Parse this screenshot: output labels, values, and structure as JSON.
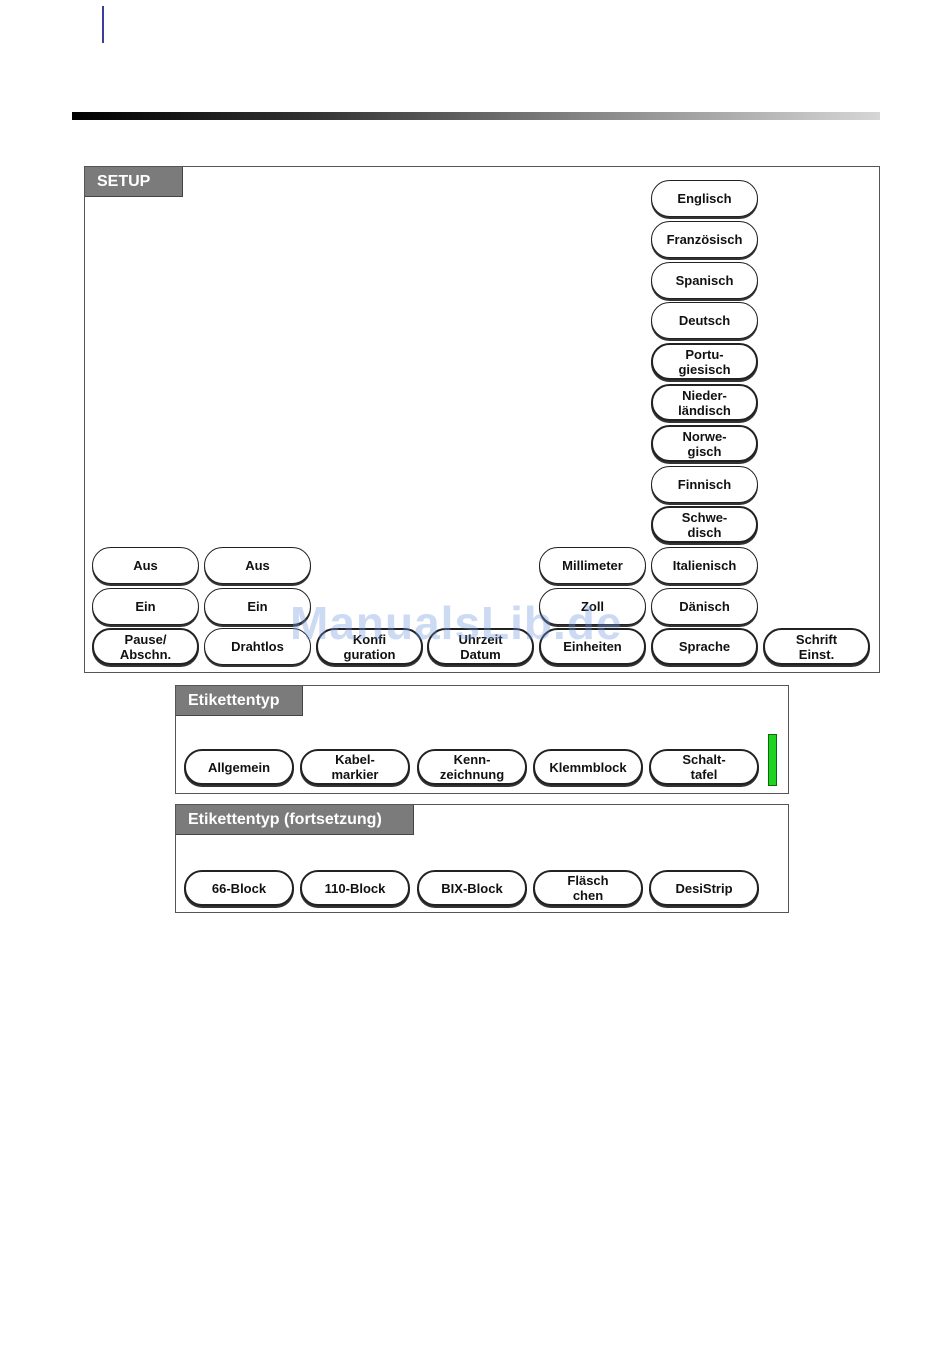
{
  "setup": {
    "title": "SETUP",
    "language_options": [
      "Englisch",
      "Französisch",
      "Spanisch",
      "Deutsch",
      "Portu-\ngiesisch",
      "Nieder-\nländisch",
      "Norwe-\ngisch",
      "Finnisch",
      "Schwe-\ndisch",
      "Italienisch",
      "Dänisch"
    ],
    "pause_options": [
      "Aus",
      "Ein"
    ],
    "wireless_options": [
      "Aus",
      "Ein"
    ],
    "unit_options": [
      "Millimeter",
      "Zoll"
    ],
    "bottom_menu": [
      "Pause/\nAbschn.",
      "Drahtlos",
      "Konfi\nguration",
      "Uhrzeit\nDatum",
      "Einheiten",
      "Sprache",
      "Schrift\nEinst."
    ]
  },
  "label_type": {
    "title": "Etikettentyp",
    "items": [
      "Allgemein",
      "Kabel-\nmarkier",
      "Kenn-\nzeichnung",
      "Klemmblock",
      "Schalt-\ntafel"
    ]
  },
  "label_type_cont": {
    "title": "Etikettentyp (fortsetzung)",
    "items": [
      "66-Block",
      "110-Block",
      "BIX-Block",
      "Fläsch\nchen",
      "DesiStrip"
    ]
  },
  "watermark": "ManualsLib.de",
  "colors": {
    "scroll_indicator": "#1fd31f",
    "tab_bg": "#7b7b7b"
  }
}
